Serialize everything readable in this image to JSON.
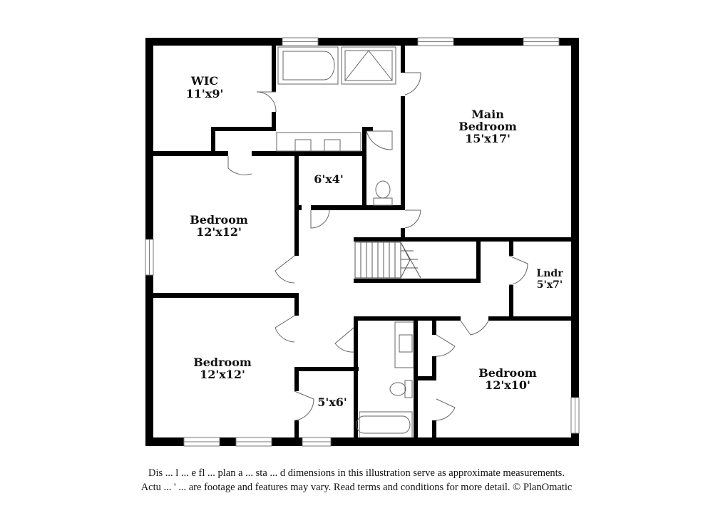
{
  "rooms": {
    "wic": {
      "name": "WIC",
      "size": "11'x9'"
    },
    "main_bedroom": {
      "name_line1": "Main",
      "name_line2": "Bedroom",
      "size": "15'x17'"
    },
    "closet_hall": {
      "size": "6'x4'"
    },
    "bedroom_upper_left": {
      "name": "Bedroom",
      "size": "12'x12'"
    },
    "bedroom_lower_left": {
      "name": "Bedroom",
      "size": "12'x12'"
    },
    "laundry": {
      "name": "Lndr",
      "size": "5'x7'"
    },
    "bedroom_lower_right": {
      "name": "Bedroom",
      "size": "12'x10'"
    },
    "closet_small": {
      "size": "5'x6'"
    }
  },
  "disclaimer": {
    "line1": "Dis ... l ... e fl ... plan a ... sta ... d dimensions in this illustration serve as approximate measurements.",
    "line2": "Actu ... ' ... are footage and features may vary. Read terms and conditions for more detail. © PlanOmatic"
  },
  "colors": {
    "wall": "#000000",
    "fixture": "#666666",
    "background": "#ffffff"
  }
}
